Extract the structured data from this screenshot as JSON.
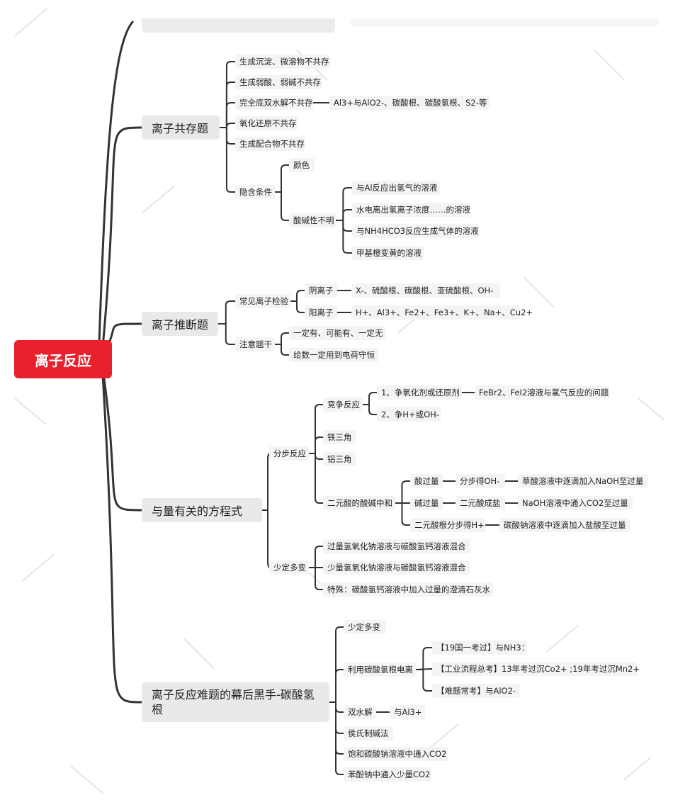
{
  "root": "离子反应",
  "branches": [
    {
      "id": "b1",
      "label": "离子共存题",
      "children": [
        {
          "label": "生成沉淀、微溶物不共存"
        },
        {
          "label": "生成弱酸、弱碱不共存"
        },
        {
          "label": "完全底双水解不共存",
          "children": [
            {
              "label": "Al3+与AlO2-、碳酸根、碳酸氢根、S2-等"
            }
          ]
        },
        {
          "label": "氧化还原不共存"
        },
        {
          "label": "生成配合物不共存"
        },
        {
          "label": "隐含条件",
          "children": [
            {
              "label": "颜色"
            },
            {
              "label": "酸碱性不明",
              "children": [
                {
                  "label": "与Al反应出氢气的溶液"
                },
                {
                  "label": "水电离出氢离子浓度……的溶液"
                },
                {
                  "label": "与NH4HCO3反应生成气体的溶液"
                },
                {
                  "label": "甲基橙变黄的溶液"
                }
              ]
            }
          ]
        }
      ]
    },
    {
      "id": "b2",
      "label": "离子推断题",
      "children": [
        {
          "label": "常见离子检验",
          "children": [
            {
              "label": "阴离子",
              "children": [
                {
                  "label": "X-、硫酸根、碳酸根、亚硫酸根、OH-"
                }
              ]
            },
            {
              "label": "阳离子",
              "children": [
                {
                  "label": "H+、Al3+、Fe2+、Fe3+、K+、Na+、Cu2+"
                }
              ]
            }
          ]
        },
        {
          "label": "注意题干",
          "children": [
            {
              "label": "一定有、可能有、一定无"
            },
            {
              "label": "给数一定用到电荷守恒"
            }
          ]
        }
      ]
    },
    {
      "id": "b3",
      "label": "与量有关的方程式",
      "children": [
        {
          "label": "分步反应",
          "children": [
            {
              "label": "竞争反应",
              "children": [
                {
                  "label": "1、争氧化剂或还原剂",
                  "children": [
                    {
                      "label": "FeBr2、FeI2溶液与氯气反应的问题"
                    }
                  ]
                },
                {
                  "label": "2、争H+或OH-"
                }
              ]
            },
            {
              "label": "铁三角"
            },
            {
              "label": "铝三角"
            },
            {
              "label": "二元酸的酸碱中和",
              "children": [
                {
                  "label": "酸过量",
                  "children": [
                    {
                      "label": "分步得OH-",
                      "children": [
                        {
                          "label": "草酸溶液中逐滴加入NaOH至过量"
                        }
                      ]
                    }
                  ]
                },
                {
                  "label": "碱过量",
                  "children": [
                    {
                      "label": "二元酸成盐",
                      "children": [
                        {
                          "label": "NaOH溶液中通入CO2至过量"
                        }
                      ]
                    }
                  ]
                },
                {
                  "label": "二元酸根分步得H+",
                  "children": [
                    {
                      "label": "碳酸钠溶液中逐滴加入盐酸至过量"
                    }
                  ]
                }
              ]
            }
          ]
        },
        {
          "label": "少定多变",
          "children": [
            {
              "label": "过量氢氧化钠溶液与碳酸氢钙溶液混合"
            },
            {
              "label": "少量氢氧化钠溶液与碳酸氢钙溶液混合"
            },
            {
              "label": "特殊：碳酸氢钙溶液中加入过量的澄清石灰水"
            }
          ]
        }
      ]
    },
    {
      "id": "b4",
      "label": "离子反应难题的幕后黑手-碳酸氢根",
      "children": [
        {
          "label": "少定多变"
        },
        {
          "label": "利用碳酸氢根电离",
          "children": [
            {
              "label": "【19国一考过】与NH3："
            },
            {
              "label": "【工业流程总考】13年考过沉Co2+ ;19年考过沉Mn2+"
            },
            {
              "label": "【难题常考】与AlO2-"
            }
          ]
        },
        {
          "label": "双水解",
          "children": [
            {
              "label": "与Al3+"
            }
          ]
        },
        {
          "label": "侯氏制碱法"
        },
        {
          "label": "饱和碳酸钠溶液中通入CO2"
        },
        {
          "label": "苯酚钠中通入少量CO2"
        }
      ]
    }
  ],
  "colors": {
    "root_bg": "#e8212d",
    "line": "#333333",
    "main_bg": "#e9e9e9",
    "sub_bg": "#f4f4f4"
  }
}
